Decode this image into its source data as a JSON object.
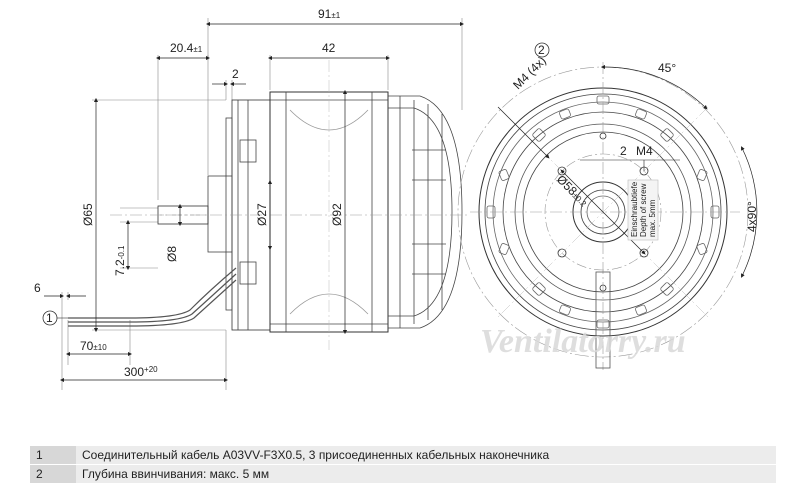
{
  "dimensions": {
    "overall_length": "91",
    "overall_length_tol": "±1",
    "shaft_offset": "20.4",
    "shaft_offset_tol": "±1",
    "body_length": "42",
    "step": "2",
    "dia_65": "Ø65",
    "dia_8": "Ø8",
    "dia_27": "Ø27",
    "dia_92": "Ø92",
    "shaft_height": "7.2",
    "shaft_height_tol": "-0.1",
    "cable_6": "6",
    "cable_70": "70",
    "cable_70_tol": "±10",
    "cable_300": "300",
    "cable_300_tol": "+20",
    "thread_label": "M4 (4x)",
    "angle": "45°",
    "pcd": "Ø58",
    "pcd_tol": "±0.2",
    "inner_step": "2",
    "inner_thread": "M4",
    "holes": "4x90°",
    "callout_1": "1",
    "callout_2": "2"
  },
  "label_text": [
    "Einschraubtiefe",
    "Depth of screw",
    "max. 5mm"
  ],
  "watermark": "Ventilatorry.ru",
  "legend": [
    {
      "num": "1",
      "text": "Соединительный кабель A03VV-F3X0.5, 3 присоединенных кабельных наконечника"
    },
    {
      "num": "2",
      "text": "Глубина ввинчивания: макс. 5 мм"
    }
  ]
}
